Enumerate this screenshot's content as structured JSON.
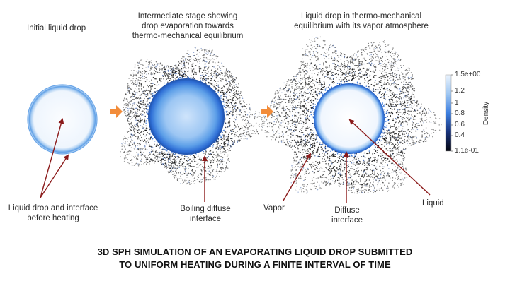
{
  "stages": {
    "initial": "Initial liquid drop",
    "intermediate": [
      "Intermediate stage showing",
      "drop evaporation towards",
      "thermo-mechanical equilibrium"
    ],
    "equilibrium": [
      "Liquid drop in thermo-mechanical",
      "equilibrium with its vapor atmosphere"
    ]
  },
  "annotations": {
    "before_heating": [
      "Liquid drop and interface",
      "before heating"
    ],
    "boiling": [
      "Boiling diffuse",
      "interface"
    ],
    "vapor": "Vapor",
    "diffuse": [
      "Diffuse",
      "interface"
    ],
    "liquid": "Liquid"
  },
  "colorbar": {
    "title": "Density",
    "ticks": [
      "1.5e+00",
      "1.2",
      "1",
      "0.8",
      "0.6",
      "0.4",
      "1.1e-01"
    ]
  },
  "caption": [
    "3D SPH SIMULATION OF AN EVAPORATING LIQUID DROP SUBMITTED",
    "TO UNIFORM HEATING DURING A FINITE INTERVAL OF TIME"
  ],
  "colors": {
    "arrow_annotation": "#8b1a1a",
    "arrow_progress": "#f28c3a",
    "liquid_light": "#eef4fd",
    "interface_blue": "#2f6fd6",
    "vapor_dark": "#1a1a1a"
  }
}
